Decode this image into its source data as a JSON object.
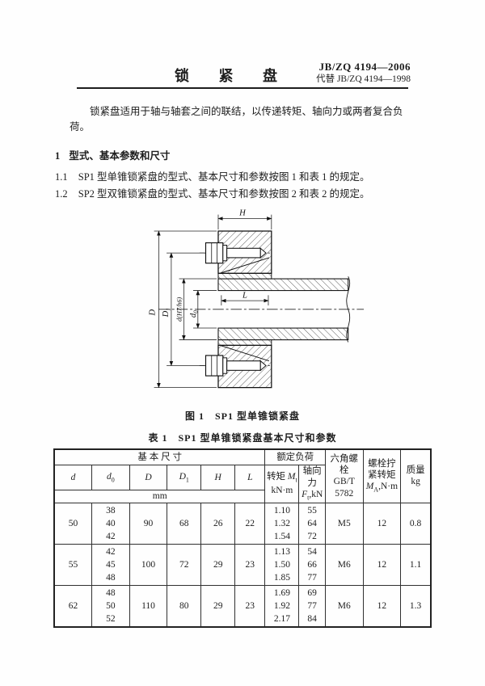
{
  "doc": {
    "standard_no": "JB/ZQ 4194—2006",
    "supersedes": "代替 JB/ZQ 4194—1998",
    "title": "锁 紧 盘",
    "intro": "锁紧盘适用于轴与轴套之间的联结，以传递转矩、轴向力或两者复合负荷。",
    "section": {
      "no": "1",
      "title": "型式、基本参数和尺寸"
    },
    "clauses": [
      {
        "no": "1.1",
        "text": "SP1 型单锥锁紧盘的型式、基本尺寸和参数按图 1 和表 1 的规定。"
      },
      {
        "no": "1.2",
        "text": "SP2 型双锥锁紧盘的型式、基本尺寸和参数按图 2 和表 2 的规定。"
      }
    ],
    "figure": {
      "caption": "图 1　SP1 型单锥锁紧盘",
      "dim_labels": {
        "H": "H",
        "L": "L",
        "D": "D",
        "D1_sym": "D",
        "D1_sub": "1",
        "d_bore": "d(H7/h6)",
        "d0_sym": "d",
        "d0_sub": "0"
      }
    },
    "table": {
      "caption": "表 1　SP1 型单锥锁紧盘基本尺寸和参数",
      "header": {
        "basic_dims": "基  本  尺  寸",
        "rated_load": "额定负荷",
        "unit_mm": "mm",
        "col_d": "d",
        "col_d0_sym": "d",
        "col_d0_sub": "0",
        "col_D": "D",
        "col_D1_sym": "D",
        "col_D1_sub": "1",
        "col_H": "H",
        "col_L": "L",
        "torque_prefix": "转矩 ",
        "torque_sym": "M",
        "torque_sub": "t",
        "torque_unit": "kN·m",
        "axial_label": "轴向力",
        "axial_sym": "F",
        "axial_sub": "t",
        "axial_unit": ",kN",
        "bolt_line1": "六角螺栓",
        "bolt_line2": "GB/T 5782",
        "tighten_line1": "螺栓拧紧转矩",
        "tighten_sym": "M",
        "tighten_sub": "A",
        "tighten_unit": ",N·m",
        "mass_line1": "质量",
        "mass_unit": "kg"
      },
      "groups": [
        {
          "d": "50",
          "d0": [
            "38",
            "40",
            "42"
          ],
          "D": "90",
          "D1": "68",
          "H": "26",
          "L": "22",
          "Mt": [
            "1.10",
            "1.32",
            "1.54"
          ],
          "Ft": [
            "55",
            "64",
            "72"
          ],
          "bolt": "M5",
          "MA": "12",
          "mass": "0.8"
        },
        {
          "d": "55",
          "d0": [
            "42",
            "45",
            "48"
          ],
          "D": "100",
          "D1": "72",
          "H": "29",
          "L": "23",
          "Mt": [
            "1.13",
            "1.50",
            "1.85"
          ],
          "Ft": [
            "54",
            "66",
            "77"
          ],
          "bolt": "M6",
          "MA": "12",
          "mass": "1.1"
        },
        {
          "d": "62",
          "d0": [
            "48",
            "50",
            "52"
          ],
          "D": "110",
          "D1": "80",
          "H": "29",
          "L": "23",
          "Mt": [
            "1.69",
            "1.92",
            "2.17"
          ],
          "Ft": [
            "69",
            "77",
            "84"
          ],
          "bolt": "M6",
          "MA": "12",
          "mass": "1.3"
        }
      ]
    }
  }
}
